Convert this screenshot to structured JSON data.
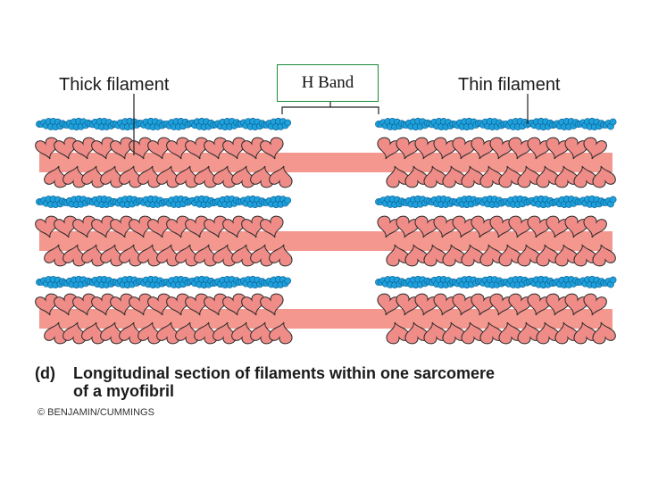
{
  "labels": {
    "thick_filament": "Thick filament",
    "thin_filament": "Thin filament",
    "h_band": "H Band"
  },
  "caption": {
    "letter": "(d)",
    "line1": "Longitudinal section of filaments within one sarcomere",
    "line2": "of a myofibril"
  },
  "credit": "© BENJAMIN/CUMMINGS",
  "colors": {
    "thin_filament_bead": "#1ea0dc",
    "thin_filament_outline": "#0b5e8e",
    "thick_filament_shaft": "#f4978e",
    "myosin_head": "#f08c88",
    "myosin_outline": "#2a2a2a",
    "h_band_border": "#1a8a3a"
  },
  "structure": {
    "filament_rows": 3,
    "thin_filaments_per_row": 2,
    "h_band_gap": "central zone without thin filaments or myosin heads"
  }
}
